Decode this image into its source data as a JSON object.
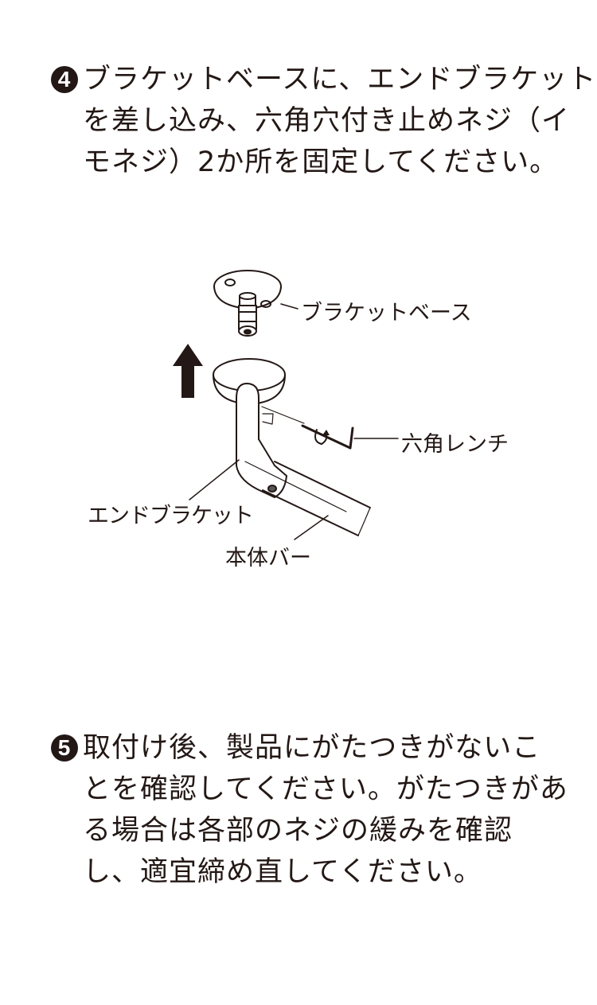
{
  "steps": [
    {
      "number": "4",
      "lines": [
        "ブラケットベースに、エンドブラケット",
        "を差し込み、六角穴付き止めネジ（イ",
        "モネジ）2か所を固定してください。"
      ]
    },
    {
      "number": "5",
      "lines": [
        "取付け後、製品にがたつきがないこ",
        "とを確認してください。がたつきがあ",
        "る場合は各部のネジの緩みを確認",
        "し、適宜締め直してください。"
      ]
    }
  ],
  "diagram": {
    "labels": {
      "bracket_base": "ブラケットベース",
      "hex_wrench": "六角レンチ",
      "end_bracket": "エンドブラケット",
      "main_bar": "本体バー"
    },
    "icons": [
      "bracket-base",
      "up-arrow",
      "end-bracket",
      "hex-wrench",
      "rotation-arrow",
      "main-bar"
    ],
    "colors": {
      "ink": "#231815",
      "background": "#ffffff"
    }
  }
}
